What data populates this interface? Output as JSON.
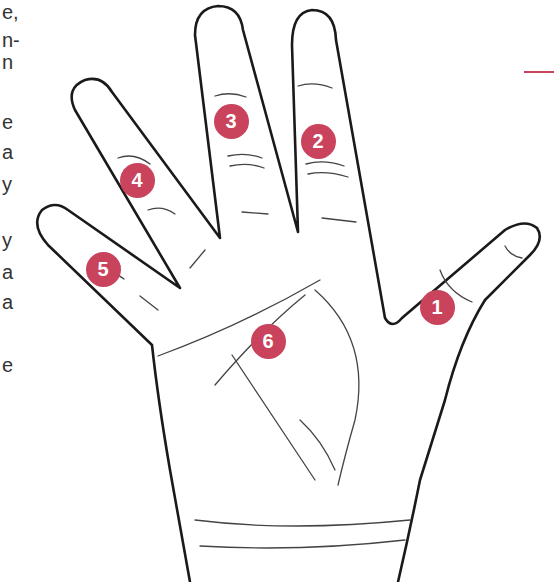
{
  "diagram": {
    "nodes": [
      {
        "text": [
          "1"
        ]
      },
      {
        "text": [
          "2"
        ]
      },
      {
        "text": [
          "3"
        ]
      },
      {
        "text": [
          "4"
        ]
      },
      {
        "text": [
          "5"
        ]
      },
      {
        "text": [
          "6"
        ]
      }
    ],
    "labels": [
      "e,",
      "n-",
      "n",
      "e",
      "a",
      "y",
      "y",
      "a",
      "a",
      "e"
    ]
  }
}
